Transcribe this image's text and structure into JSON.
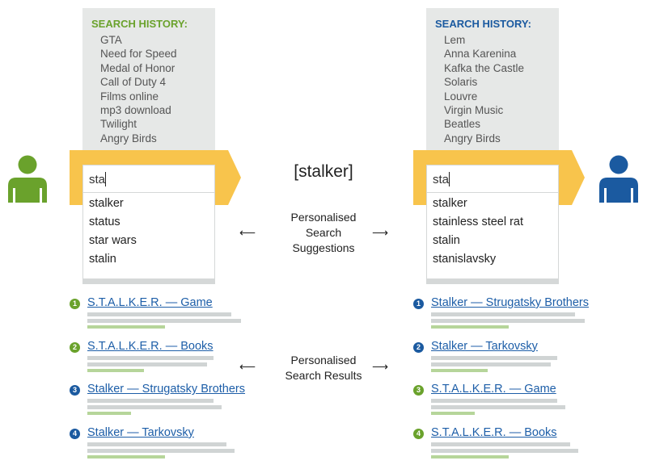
{
  "colors": {
    "green": "#6aa22c",
    "blue": "#1b5aa0",
    "yellow": "#f8c44c"
  },
  "center": {
    "query": "[stalker]",
    "suggestions_label": "Personalised Search Suggestions",
    "results_label": "Personalised Search Results",
    "arrow_left": "⟵",
    "arrow_right": "⟶"
  },
  "left": {
    "history_title": "SEARCH HISTORY:",
    "history": [
      "GTA",
      "Need for Speed",
      "Medal of Honor",
      "Call of Duty 4",
      "Films online",
      "mp3 download",
      "Twilight",
      "Angry Birds"
    ],
    "input": "sta",
    "suggestions": [
      "stalker",
      "status",
      "star wars",
      "stalin"
    ],
    "results": [
      {
        "n": "1",
        "title": "S.T.A.L.K.E.R. — Game",
        "color": "green"
      },
      {
        "n": "2",
        "title": "S.T.A.L.K.E.R. — Books",
        "color": "green"
      },
      {
        "n": "3",
        "title": "Stalker — Strugatsky Brothers",
        "color": "blue"
      },
      {
        "n": "4",
        "title": "Stalker — Tarkovsky",
        "color": "blue"
      }
    ]
  },
  "right": {
    "history_title": "SEARCH HISTORY:",
    "history": [
      "Lem",
      "Anna Karenina",
      "Kafka the Castle",
      "Solaris",
      "Louvre",
      "Virgin Music",
      "Beatles",
      "Angry Birds"
    ],
    "input": "sta",
    "suggestions": [
      "stalker",
      "stainless steel rat",
      "stalin",
      "stanislavsky"
    ],
    "results": [
      {
        "n": "1",
        "title": "Stalker — Strugatsky Brothers",
        "color": "blue"
      },
      {
        "n": "2",
        "title": "Stalker — Tarkovsky",
        "color": "blue"
      },
      {
        "n": "3",
        "title": "S.T.A.L.K.E.R. — Game",
        "color": "green"
      },
      {
        "n": "4",
        "title": "S.T.A.L.K.E.R. — Books",
        "color": "green"
      }
    ]
  }
}
